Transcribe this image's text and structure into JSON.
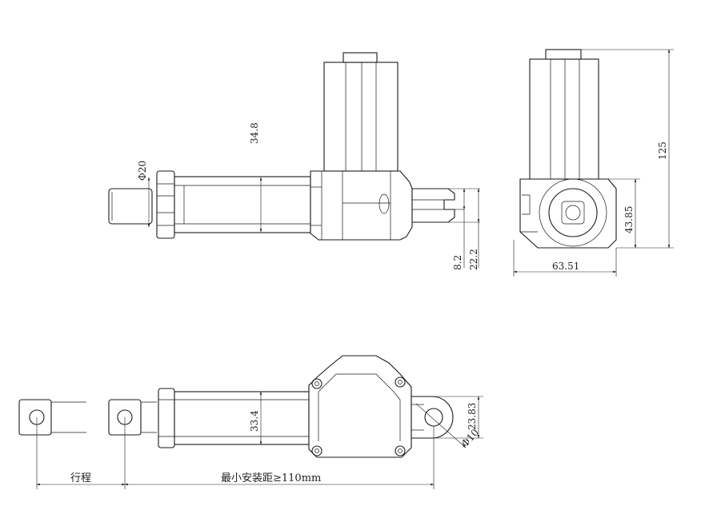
{
  "dimensions": {
    "phi20": "Φ20",
    "d34_8": "34.8",
    "d8_2": "8.2",
    "d22_2": "22.2",
    "d125": "125",
    "d43_85": "43.85",
    "d63_51": "63.51",
    "d33_4": "33.4",
    "d23_83": "23.83",
    "phi10": "Φ10"
  },
  "labels": {
    "stroke": "行程",
    "min_install": "最小安装距≥110mm"
  }
}
